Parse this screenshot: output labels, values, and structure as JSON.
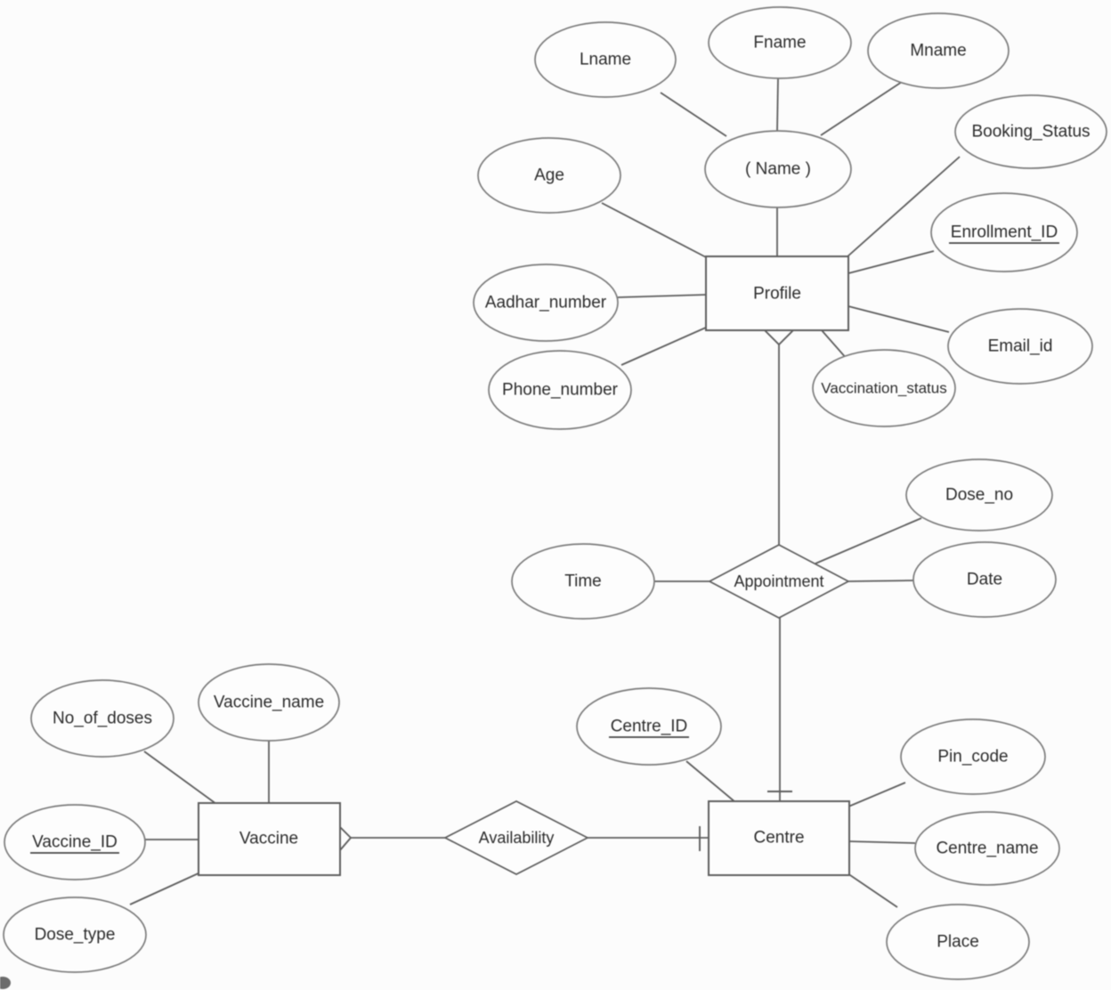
{
  "diagram_type": "entity-relationship-diagram",
  "colors": {
    "background": "#fcfcfc",
    "shape_fill": "#fdfdfd",
    "shape_stroke": "#7c7c7c",
    "entity_stroke": "#5e5e5e",
    "connector": "#5e5e5e",
    "text": "#2c2c2c"
  },
  "nodes": {
    "lname": {
      "label": "Lname",
      "type": "attribute"
    },
    "fname": {
      "label": "Fname",
      "type": "attribute"
    },
    "mname": {
      "label": "Mname",
      "type": "attribute"
    },
    "name": {
      "label": "( Name )",
      "type": "composite-attribute"
    },
    "age": {
      "label": "Age",
      "type": "attribute"
    },
    "booking_status": {
      "label": "Booking_Status",
      "type": "attribute"
    },
    "enrollment_id": {
      "label": "Enrollment_ID",
      "type": "attribute",
      "key": true
    },
    "aadhar_number": {
      "label": "Aadhar_number",
      "type": "attribute"
    },
    "profile": {
      "label": "Profile",
      "type": "entity"
    },
    "email_id": {
      "label": "Email_id",
      "type": "attribute"
    },
    "phone_number": {
      "label": "Phone_number",
      "type": "attribute"
    },
    "vaccination_status": {
      "label": "Vaccination_status",
      "type": "attribute"
    },
    "dose_no": {
      "label": "Dose_no",
      "type": "attribute"
    },
    "time": {
      "label": "Time",
      "type": "attribute"
    },
    "appointment": {
      "label": "Appointment",
      "type": "relationship"
    },
    "date": {
      "label": "Date",
      "type": "attribute"
    },
    "no_of_doses": {
      "label": "No_of_doses",
      "type": "attribute"
    },
    "vaccine_name": {
      "label": "Vaccine_name",
      "type": "attribute"
    },
    "vaccine_id": {
      "label": "Vaccine_ID",
      "type": "attribute",
      "key": true
    },
    "vaccine": {
      "label": "Vaccine",
      "type": "entity"
    },
    "dose_type": {
      "label": "Dose_type",
      "type": "attribute"
    },
    "availability": {
      "label": "Availability",
      "type": "relationship"
    },
    "centre_id": {
      "label": "Centre_ID",
      "type": "attribute",
      "key": true
    },
    "centre": {
      "label": "Centre",
      "type": "entity"
    },
    "pin_code": {
      "label": "Pin_code",
      "type": "attribute"
    },
    "centre_name": {
      "label": "Centre_name",
      "type": "attribute"
    },
    "place": {
      "label": "Place",
      "type": "attribute"
    }
  },
  "structure": {
    "entities": [
      {
        "name": "Profile",
        "key": "Enrollment_ID",
        "attributes": [
          "( Name )",
          "Age",
          "Aadhar_number",
          "Phone_number",
          "Booking_Status",
          "Enrollment_ID",
          "Email_id",
          "Vaccination_status"
        ]
      },
      {
        "name": "Vaccine",
        "key": "Vaccine_ID",
        "attributes": [
          "No_of_doses",
          "Vaccine_name",
          "Vaccine_ID",
          "Dose_type"
        ]
      },
      {
        "name": "Centre",
        "key": "Centre_ID",
        "attributes": [
          "Centre_ID",
          "Pin_code",
          "Centre_name",
          "Place"
        ]
      }
    ],
    "composite_attributes": [
      {
        "parent": "( Name )",
        "children": [
          "Lname",
          "Fname",
          "Mname"
        ]
      }
    ],
    "relationships": [
      {
        "name": "Appointment",
        "between": [
          "Profile",
          "Centre"
        ],
        "attributes": [
          "Time",
          "Dose_no",
          "Date"
        ],
        "notation": {
          "profile_end": "crow-foot-many",
          "centre_end": "one-bar"
        }
      },
      {
        "name": "Availability",
        "between": [
          "Vaccine",
          "Centre"
        ],
        "attributes": [],
        "notation": {
          "vaccine_end": "crow-foot-many",
          "centre_end": "one-bar"
        }
      }
    ]
  }
}
